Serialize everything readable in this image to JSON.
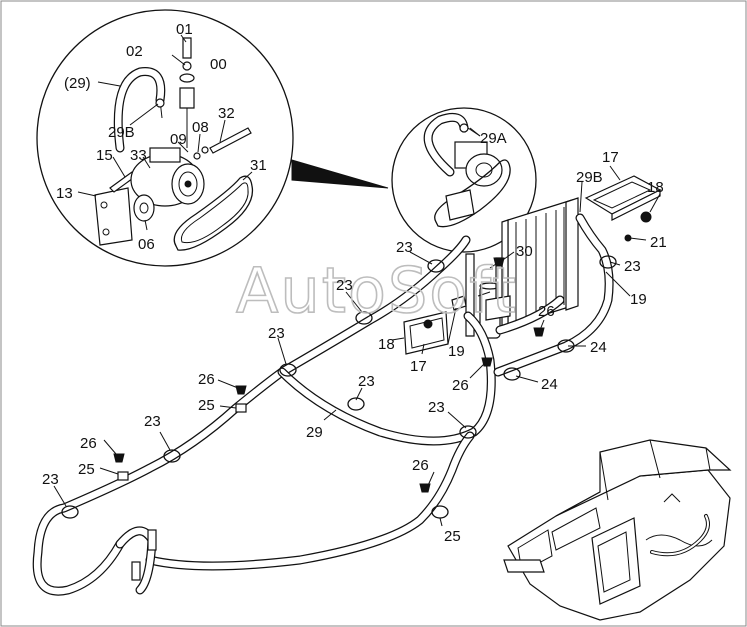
{
  "watermark": "AutoSoft",
  "callouts": {
    "c00": "00",
    "c01": "01",
    "c02": "02",
    "c06": "06",
    "c08": "08",
    "c09": "09",
    "c13": "13",
    "c15": "15",
    "c17a": "17",
    "c17b": "17",
    "c18a": "18",
    "c18b": "18",
    "c19a": "19",
    "c19b": "19",
    "c21": "21",
    "c23a": "23",
    "c23b": "23",
    "c23c": "23",
    "c23d": "23",
    "c23e": "23",
    "c23f": "23",
    "c23g": "23",
    "c23h": "23",
    "c24a": "24",
    "c24b": "24",
    "c25a": "25",
    "c25b": "25",
    "c25c": "25",
    "c26a": "26",
    "c26b": "26",
    "c26c": "26",
    "c26d": "26",
    "c26e": "26",
    "c29": "29",
    "c29p": "(29)",
    "c29a": "29A",
    "c29b1": "29B",
    "c29b2": "29B",
    "c30": "30",
    "c31": "31",
    "c32": "32",
    "c33": "33"
  }
}
